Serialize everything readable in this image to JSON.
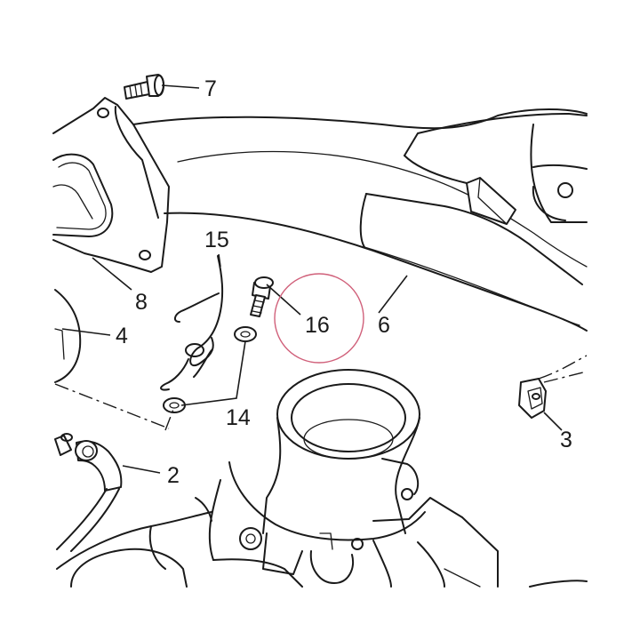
{
  "callouts": {
    "c2": "2",
    "c3": "3",
    "c4": "4",
    "c6": "6",
    "c7": "7",
    "c8": "8",
    "c14": "14",
    "c15": "15",
    "c16": "16"
  },
  "colors": {
    "line": "#1a1a1a",
    "highlight": "#d0607a",
    "background": "#ffffff"
  }
}
